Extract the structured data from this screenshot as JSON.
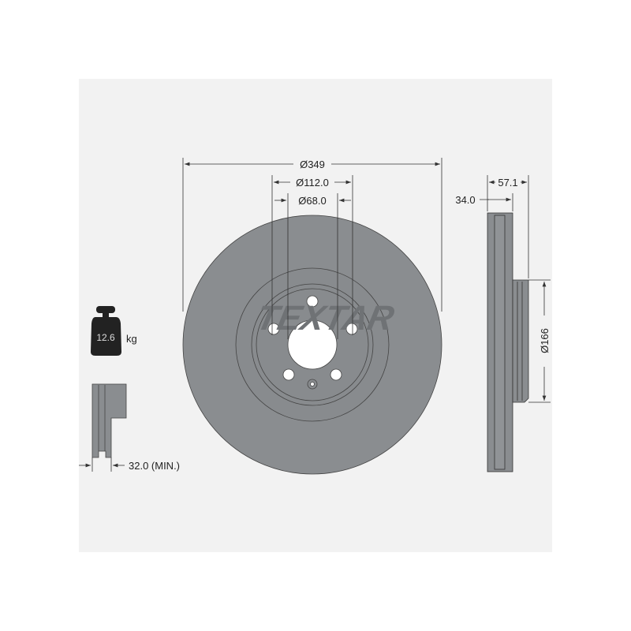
{
  "dimensions": {
    "outer_diameter": "Ø349",
    "bolt_circle": "Ø112.0",
    "center_hole": "Ø68.0",
    "total_height": "57.1",
    "thickness": "34.0",
    "hub_diameter": "Ø166",
    "min_thickness": "32.0 (MIN.)"
  },
  "weight": {
    "value": "12.6",
    "unit": "kg"
  },
  "brand": {
    "logo": "TEXTAR"
  },
  "colors": {
    "disc": "#8a8d90",
    "panel": "#f2f2f2",
    "line": "#333333"
  }
}
